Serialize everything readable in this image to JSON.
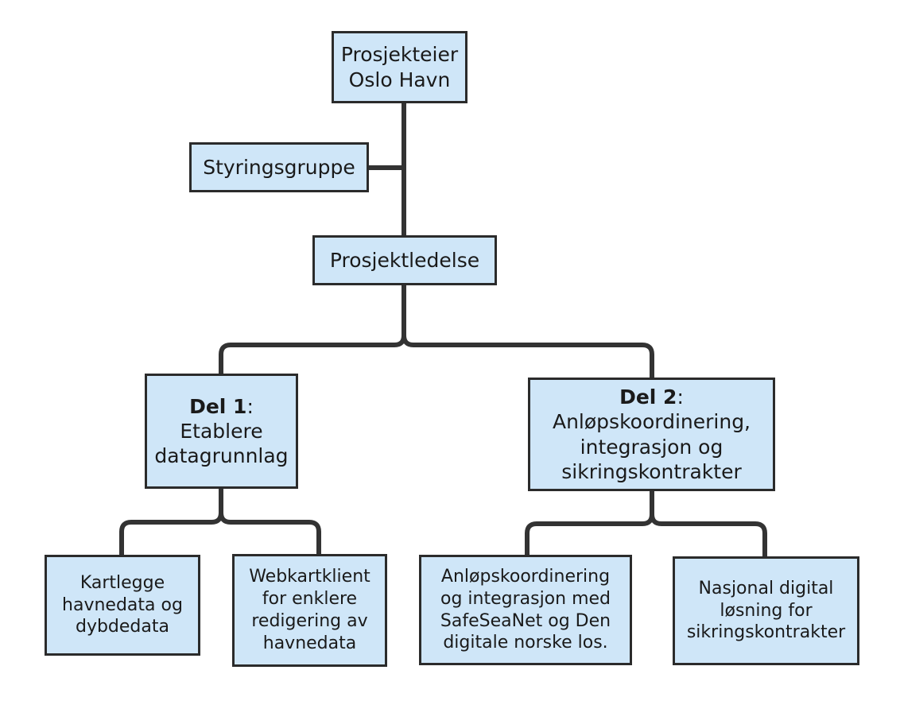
{
  "nodes": {
    "owner": {
      "lines": [
        "Prosjekteier",
        "Oslo Havn"
      ]
    },
    "steering": {
      "label": "Styringsgruppe"
    },
    "management": {
      "label": "Prosjektledelse"
    },
    "part1": {
      "title_bold": "Del 1",
      "title_suffix": ":",
      "lines": [
        "Etablere",
        "datagrunnlag"
      ]
    },
    "part2": {
      "title_bold": "Del 2",
      "title_suffix": ":",
      "lines": [
        "Anløpskoordinering,",
        "integrasjon og",
        "sikringskontrakter"
      ]
    },
    "work1": {
      "lines": [
        "Kartlegge",
        "havnedata og",
        "dybdedata"
      ]
    },
    "work2": {
      "lines": [
        "Webkartklient",
        "for enklere",
        "redigering av",
        "havnedata"
      ]
    },
    "work3": {
      "lines": [
        "Anløpskoordinering",
        "og integrasjon med",
        "SafeSeaNet og Den",
        "digitale norske los."
      ]
    },
    "work4": {
      "lines": [
        "Nasjonal digital",
        "løsning for",
        "sikringskontrakter"
      ]
    }
  },
  "colors": {
    "box_fill": "#cfe6f8",
    "border": "#2b2b2b",
    "connector": "#333333"
  }
}
